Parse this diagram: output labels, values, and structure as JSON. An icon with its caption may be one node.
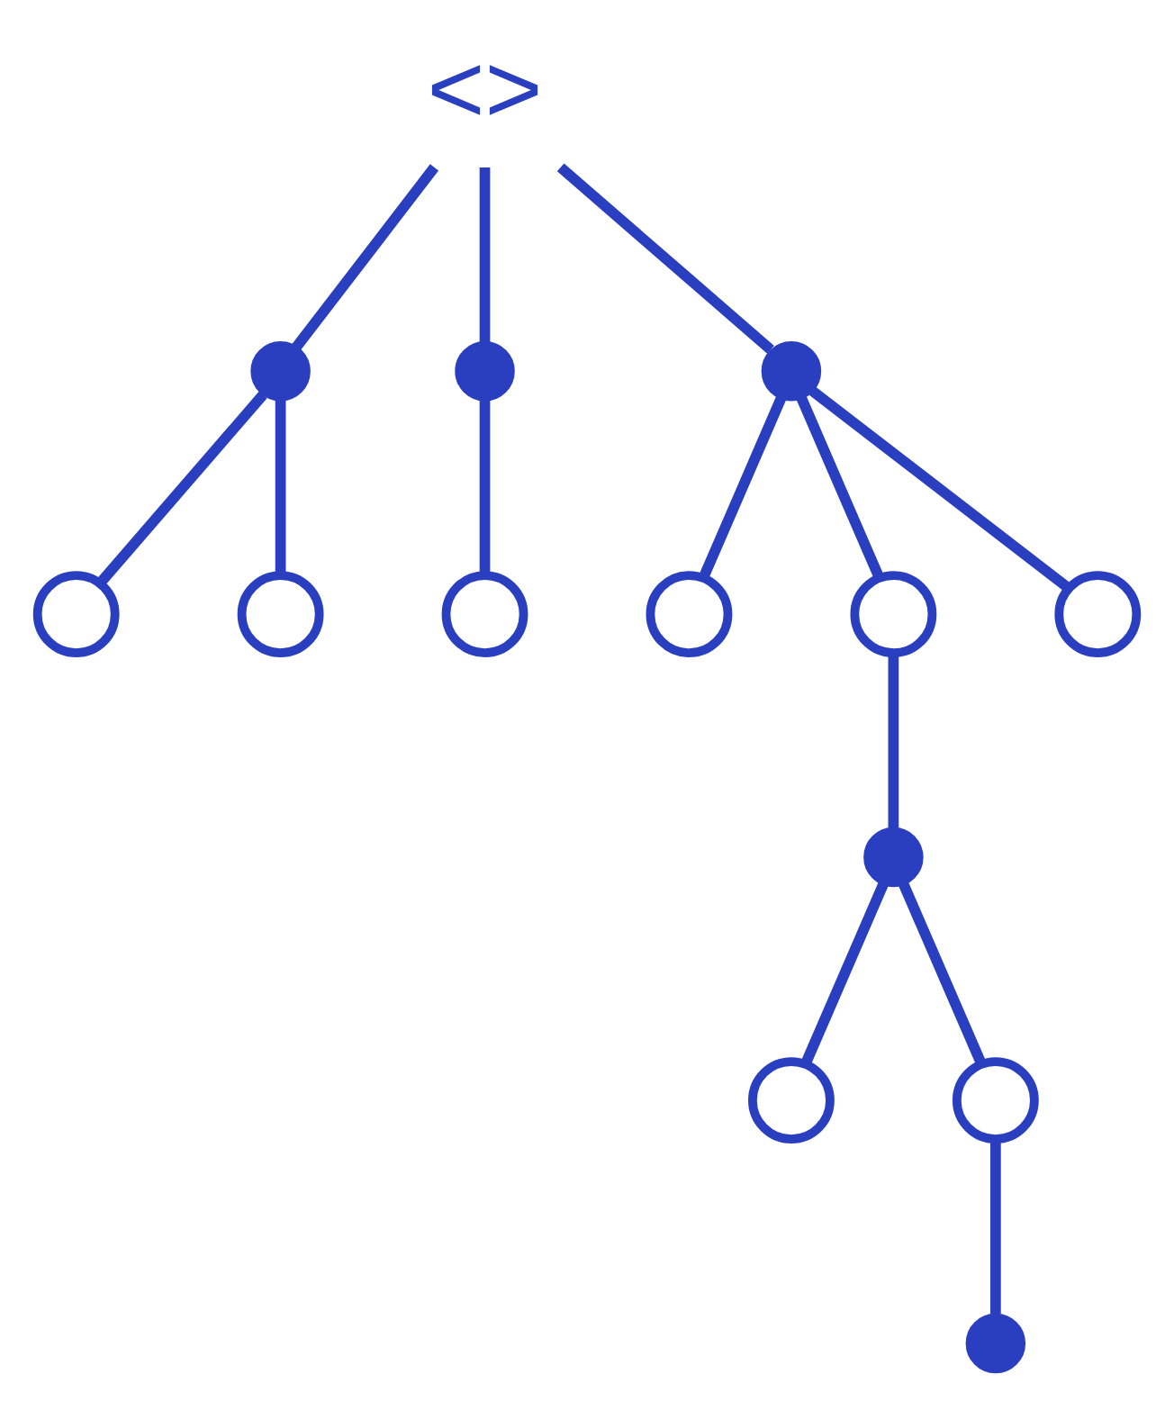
{
  "diagram": {
    "nodes": [
      {
        "text": [
          "<>"
        ]
      },
      {
        "text": [],
        "shape": "dot"
      },
      {
        "text": [],
        "shape": "dot"
      },
      {
        "text": [],
        "shape": "dot"
      },
      {
        "text": [],
        "shape": "circle"
      },
      {
        "text": [],
        "shape": "circle"
      },
      {
        "text": [],
        "shape": "circle"
      },
      {
        "text": [],
        "shape": "circle"
      },
      {
        "text": [],
        "shape": "circle"
      },
      {
        "text": [],
        "shape": "circle"
      },
      {
        "text": [],
        "shape": "dot"
      },
      {
        "text": [],
        "shape": "circle"
      },
      {
        "text": [],
        "shape": "circle"
      },
      {
        "text": [],
        "shape": "dot"
      }
    ],
    "edges": [
      {
        "from": 0,
        "to": 1,
        "arrow": "none"
      },
      {
        "from": 0,
        "to": 2,
        "arrow": "none"
      },
      {
        "from": 0,
        "to": 3,
        "arrow": "none"
      },
      {
        "from": 1,
        "to": 4,
        "arrow": "none"
      },
      {
        "from": 1,
        "to": 5,
        "arrow": "none"
      },
      {
        "from": 2,
        "to": 6,
        "arrow": "none"
      },
      {
        "from": 3,
        "to": 7,
        "arrow": "none"
      },
      {
        "from": 3,
        "to": 8,
        "arrow": "none"
      },
      {
        "from": 3,
        "to": 9,
        "arrow": "none"
      },
      {
        "from": 8,
        "to": 10,
        "arrow": "none"
      },
      {
        "from": 10,
        "to": 11,
        "arrow": "none"
      },
      {
        "from": 10,
        "to": 12,
        "arrow": "none"
      },
      {
        "from": 12,
        "to": 13,
        "arrow": "none"
      }
    ]
  }
}
